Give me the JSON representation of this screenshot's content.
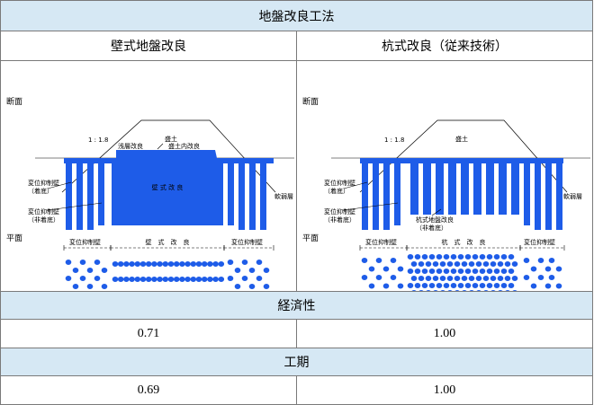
{
  "title": "地盤改良工法",
  "methods": [
    {
      "name": "壁式地盤改良",
      "labels": {
        "section": "断面",
        "plan": "平面",
        "slope": "1 : 1.8",
        "embankment": "盛土",
        "shallow": "浅層改良",
        "inner": "盛土内改良",
        "wall_fixed": "変位抑制壁\n（着底）",
        "wall_float": "変位抑制壁\n（非着底）",
        "body": "壁 式 改 良",
        "soft": "軟弱層",
        "plan_left": "変位抑制壁",
        "plan_mid": "壁　式　改　良",
        "plan_right": "変位抑制壁"
      },
      "economy": "0.71",
      "period": "0.69"
    },
    {
      "name": "杭式改良（従来技術）",
      "labels": {
        "section": "断面",
        "plan": "平面",
        "slope": "1 : 1.8",
        "embankment": "盛土",
        "wall_fixed": "変位抑制壁\n（着底）",
        "wall_float": "変位抑制壁\n（非着底）",
        "pile": "杭式地盤改良\n（非着底）",
        "soft": "軟弱層",
        "plan_left": "変位抑制壁",
        "plan_mid": "杭　式　改　良",
        "plan_right": "変位抑制壁"
      },
      "economy": "1.00",
      "period": "1.00"
    }
  ],
  "rows": {
    "economy": "経済性",
    "period": "工期"
  },
  "colors": {
    "blue": "#1e5ce8",
    "header_bg": "#d6e8f4"
  }
}
